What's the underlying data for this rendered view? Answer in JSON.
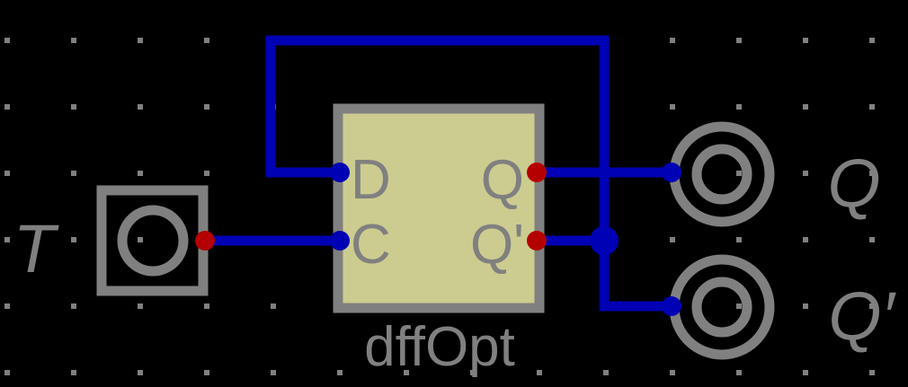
{
  "circuit": {
    "input_label": "T",
    "component": {
      "name": "dffOpt",
      "pin_d": "D",
      "pin_c": "C",
      "pin_q": "Q",
      "pin_qn": "Q'"
    },
    "output_q_label": "Q",
    "output_qn_label": "Q′"
  },
  "colors": {
    "background": "#000000",
    "grid_dot": "#808080",
    "wire": "#0000b4",
    "pin_output": "#b40000",
    "pin_input": "#0000b4",
    "component_fill": "#cccc90",
    "component_border": "#808080",
    "io_border": "#808080"
  },
  "icons": {
    "input": "input-button-icon",
    "output_q": "output-led-icon",
    "output_qn": "output-led-icon"
  }
}
